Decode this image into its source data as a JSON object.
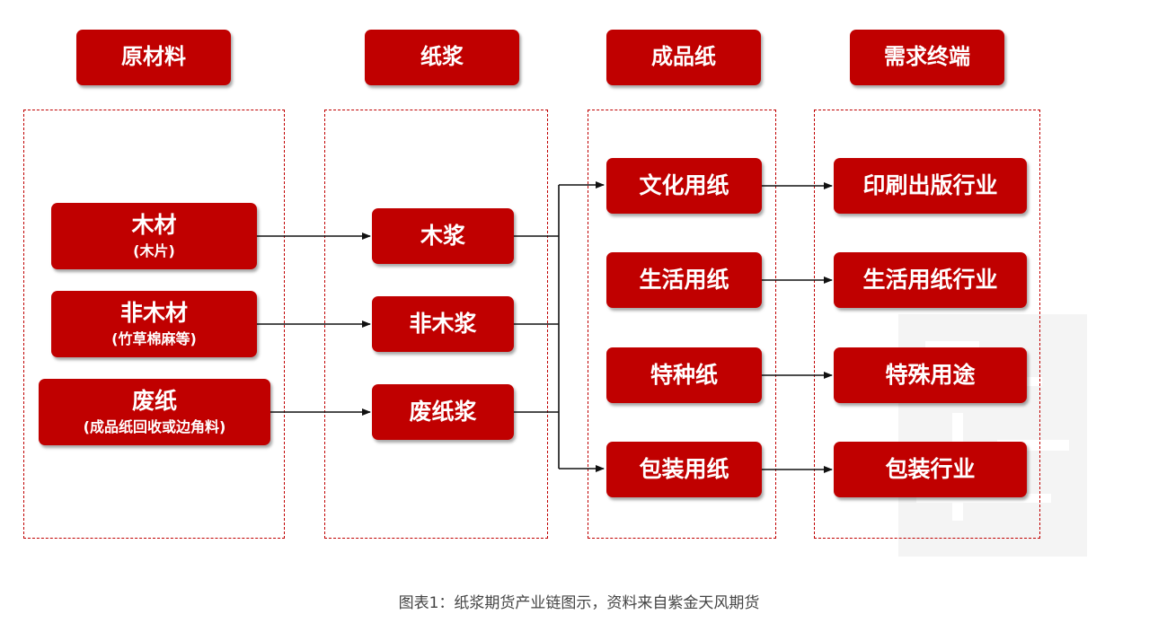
{
  "headers": [
    "原材料",
    "纸浆",
    "成品纸",
    "需求终端"
  ],
  "raw_materials": [
    {
      "label": "木材",
      "sub": "(木片)"
    },
    {
      "label": "非木材",
      "sub": "(竹草棉麻等)"
    },
    {
      "label": "废纸",
      "sub": "(成品纸回收或边角料)"
    }
  ],
  "pulp": [
    "木浆",
    "非木浆",
    "废纸浆"
  ],
  "paper": [
    "文化用纸",
    "生活用纸",
    "特种纸",
    "包装用纸"
  ],
  "terminal": [
    "印刷出版行业",
    "生活用纸行业",
    "特殊用途",
    "包装行业"
  ],
  "caption": "图表1：纸浆期货产业链图示，资料来自紫金天风期货",
  "colors": {
    "accent": "#c00000",
    "arrow": "#111111"
  }
}
